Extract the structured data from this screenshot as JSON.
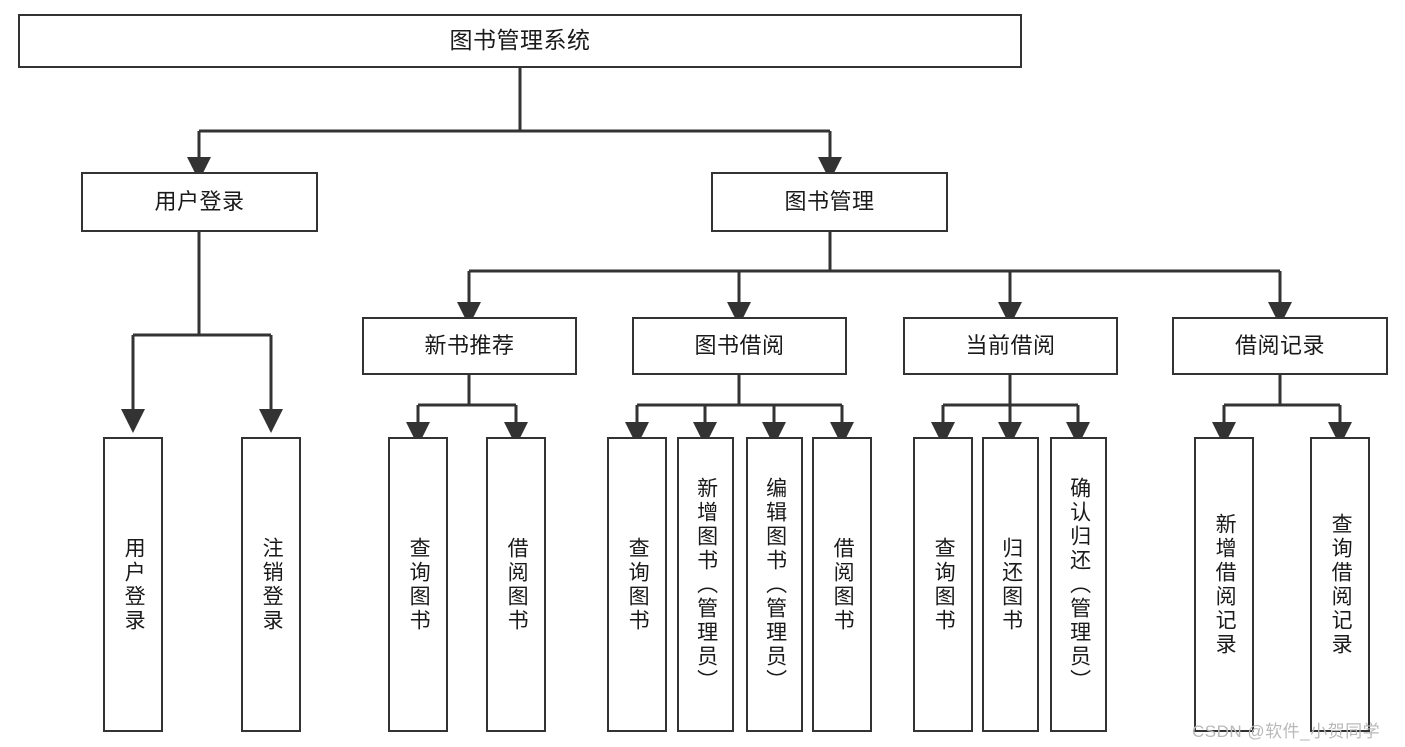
{
  "diagram": {
    "type": "tree-hierarchy-chart",
    "title": "图书管理系统",
    "root": {
      "label": "图书管理系统"
    },
    "level1": [
      {
        "label": "用户登录"
      },
      {
        "label": "图书管理"
      }
    ],
    "level2": [
      {
        "label": "新书推荐"
      },
      {
        "label": "图书借阅"
      },
      {
        "label": "当前借阅"
      },
      {
        "label": "借阅记录"
      }
    ],
    "leaves": {
      "user_login": [
        {
          "label": "用户登录"
        },
        {
          "label": "注销登录"
        }
      ],
      "new_book_recommend": [
        {
          "label": "查询图书"
        },
        {
          "label": "借阅图书"
        }
      ],
      "book_borrow": [
        {
          "label": "查询图书"
        },
        {
          "label": "新增图书（管理员）"
        },
        {
          "label": "编辑图书（管理员）"
        },
        {
          "label": "借阅图书"
        }
      ],
      "current_borrow": [
        {
          "label": "查询图书"
        },
        {
          "label": "归还图书"
        },
        {
          "label": "确认归还（管理员）"
        }
      ],
      "borrow_record": [
        {
          "label": "新增借阅记录"
        },
        {
          "label": "查询借阅记录"
        }
      ]
    },
    "watermark": "CSDN @软件_小贺同学",
    "colors": {
      "stroke": "#333333",
      "background": "#ffffff",
      "text": "#1a1a1a",
      "watermark": "#b9b9b9"
    }
  }
}
